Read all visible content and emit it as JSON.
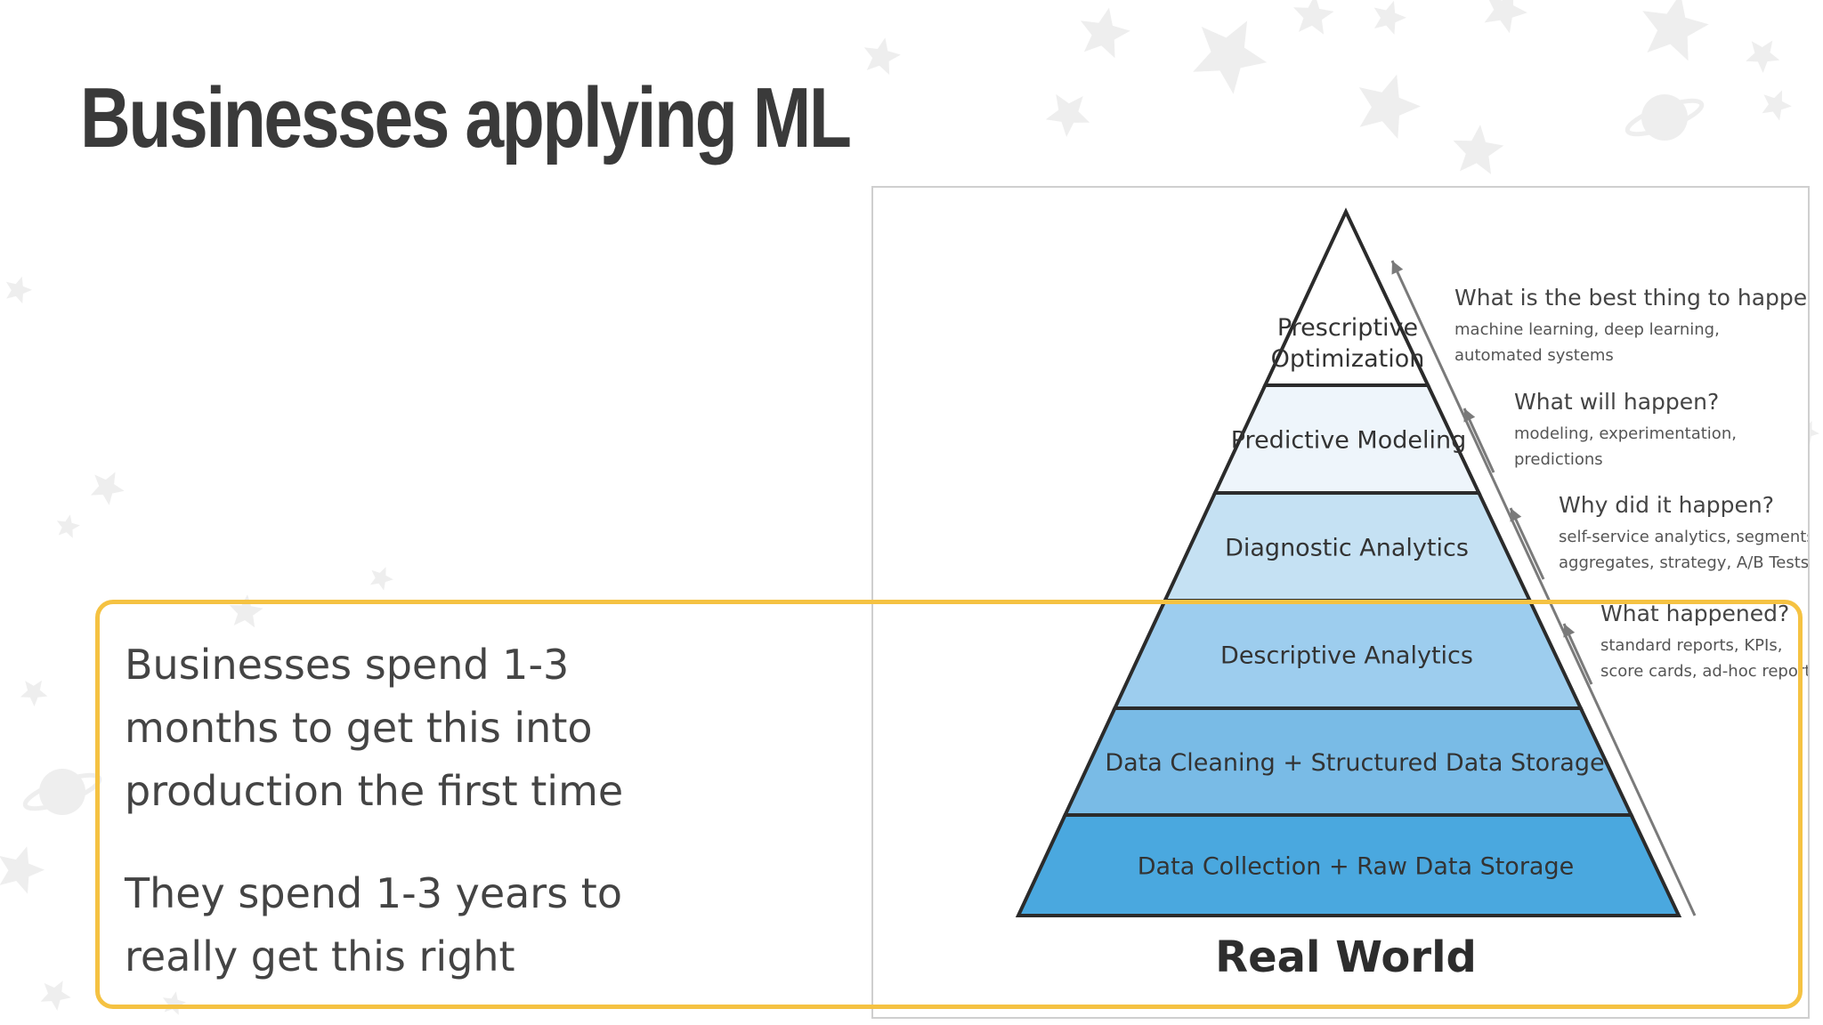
{
  "slide": {
    "title": "Businesses applying ML",
    "background_decoration": "star-and-planet-pattern"
  },
  "colors": {
    "title": "#3a3a3a",
    "highlight_border": "#f5c242",
    "body_text": "#444444"
  },
  "callout": {
    "paragraphs": [
      {
        "lines": [
          "Businesses spend 1-3",
          "months to get this into",
          "production the first time"
        ]
      },
      {
        "lines": [
          "They spend 1-3 years to",
          "really get this right"
        ]
      }
    ]
  },
  "pyramid": {
    "base_label": "Real World",
    "levels": [
      {
        "lines": [
          "Prescriptive",
          "Optimization"
        ],
        "fill": "#ffffff"
      },
      {
        "lines": [
          "Predictive Modeling"
        ],
        "fill": "#eef5fb"
      },
      {
        "lines": [
          "Diagnostic Analytics"
        ],
        "fill": "#c5e1f3"
      },
      {
        "lines": [
          "Descriptive Analytics"
        ],
        "fill": "#9dcdee"
      },
      {
        "lines": [
          "Data Cleaning + Structured Data Storage"
        ],
        "fill": "#79bbe6"
      },
      {
        "lines": [
          "Data Collection + Raw Data Storage"
        ],
        "fill": "#4aa8df"
      }
    ],
    "questions": [
      {
        "title": "What is the best thing to happen?",
        "details": [
          "machine learning, deep learning,",
          "automated systems"
        ]
      },
      {
        "title": "What will happen?",
        "details": [
          "modeling, experimentation,",
          "predictions"
        ]
      },
      {
        "title": "Why did it happen?",
        "details": [
          "self-service analytics, segments,",
          "aggregates, strategy, A/B Tests"
        ]
      },
      {
        "title": "What happened?",
        "details": [
          "standard reports, KPIs,",
          "score cards, ad-hoc reports"
        ]
      }
    ]
  }
}
